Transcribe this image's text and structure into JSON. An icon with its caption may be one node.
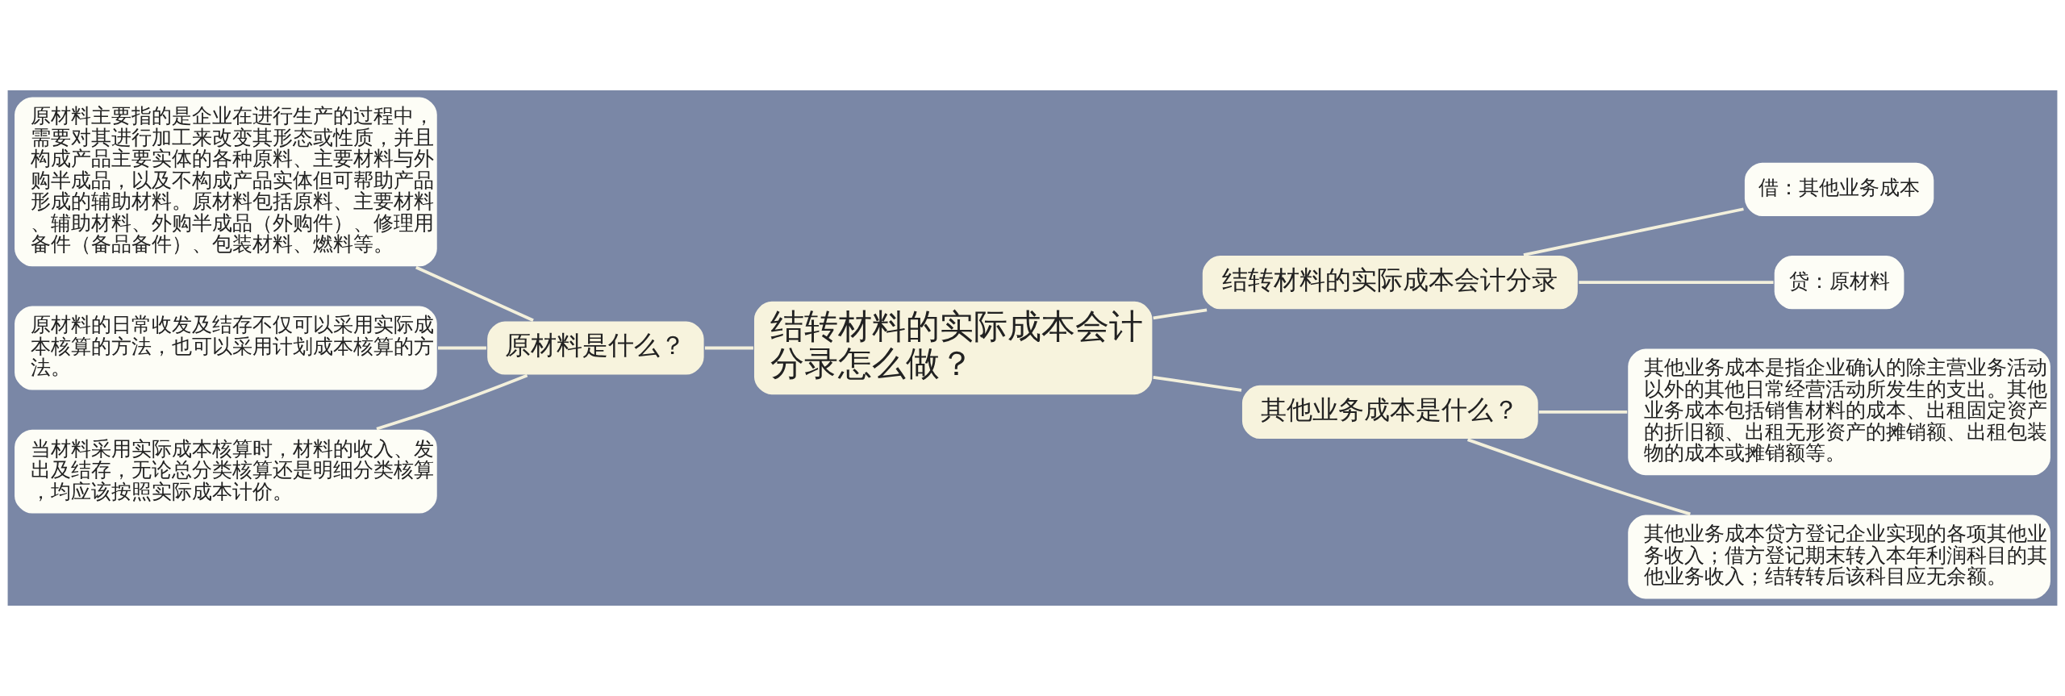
{
  "diagram": {
    "nodes": [
      {
        "text": [
          "结转材料的实际成本会计分录怎么做？"
        ]
      },
      {
        "text": [
          "原材料是什么？"
        ]
      },
      {
        "text": [
          "原材料主要指的是企业在进行生产的过程中，需要对其进行加工来改变其形态或性质，并且构成产品主要实体的各种原料、主要材料与外购半成品，以及不构成产品实体但可帮助产品形成的辅助材料。原材料包括原料、主要材料、辅助材料、外购半成品（外购件）、修理用备件（备品备件）、包装材料、燃料等。"
        ]
      },
      {
        "text": [
          "原材料的日常收发及结存不仅可以采用实际成本核算的方法，也可以采用计划成本核算的方法。"
        ]
      },
      {
        "text": [
          "当材料采用实际成本核算时，材料的收入、发出及结存，无论总分类核算还是明细分类核算，均应该按照实际成本计价。"
        ]
      },
      {
        "text": [
          "结转材料的实际成本会计分录"
        ]
      },
      {
        "text": [
          "借：其他业务成本"
        ]
      },
      {
        "text": [
          "贷：原材料"
        ]
      },
      {
        "text": [
          "其他业务成本是什么？"
        ]
      },
      {
        "text": [
          "其他业务成本是指企业确认的除主营业务活动以外的其他日常经营活动所发生的支出。其他业务成本包括销售材料的成本、出租固定资产的折旧额、出租无形资产的摊销额、出租包装物的成本或摊销额等。"
        ]
      },
      {
        "text": [
          "其他业务成本贷方登记企业实现的各项其他业务收入；借方登记期末转入本年利润科目的其他业务收入；结转转后该科目应无余额。"
        ]
      }
    ],
    "edges": [
      {
        "from": 0,
        "to": 1,
        "arrow": "none"
      },
      {
        "from": 1,
        "to": 2,
        "arrow": "none"
      },
      {
        "from": 1,
        "to": 3,
        "arrow": "none"
      },
      {
        "from": 1,
        "to": 4,
        "arrow": "none"
      },
      {
        "from": 0,
        "to": 5,
        "arrow": "none"
      },
      {
        "from": 5,
        "to": 6,
        "arrow": "none"
      },
      {
        "from": 5,
        "to": 7,
        "arrow": "none"
      },
      {
        "from": 0,
        "to": 8,
        "arrow": "none"
      },
      {
        "from": 8,
        "to": 9,
        "arrow": "none"
      },
      {
        "from": 8,
        "to": 10,
        "arrow": "none"
      }
    ]
  }
}
